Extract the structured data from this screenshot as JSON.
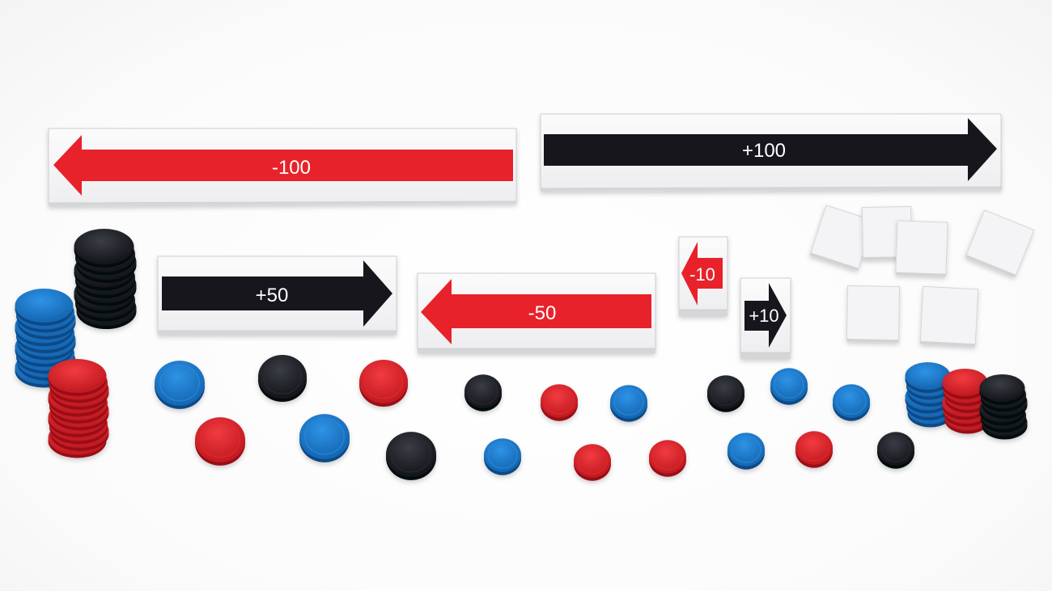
{
  "cards": {
    "minus_100": "-100",
    "plus_100": "+100",
    "plus_50": "+50",
    "minus_50": "-50",
    "minus_10": "-10",
    "plus_10": "+10"
  },
  "colors": {
    "red": "#e8232b",
    "black": "#16181d",
    "blue": "#1877c9",
    "card": "#f7f7f8",
    "card_edge": "#c9c9cc"
  },
  "chip_colors_loose": [
    "blue",
    "black",
    "red",
    "black",
    "red",
    "blue",
    "black",
    "blue",
    "blue",
    "red",
    "blue",
    "black",
    "blue",
    "red",
    "red",
    "blue",
    "red",
    "black"
  ],
  "stacks": [
    {
      "color": "black",
      "count": 9
    },
    {
      "color": "blue",
      "count": 10
    },
    {
      "color": "red",
      "count": 10
    },
    {
      "color": "blue",
      "count": 6
    },
    {
      "color": "red",
      "count": 6
    },
    {
      "color": "black",
      "count": 6
    }
  ],
  "blank_tiles": 6
}
